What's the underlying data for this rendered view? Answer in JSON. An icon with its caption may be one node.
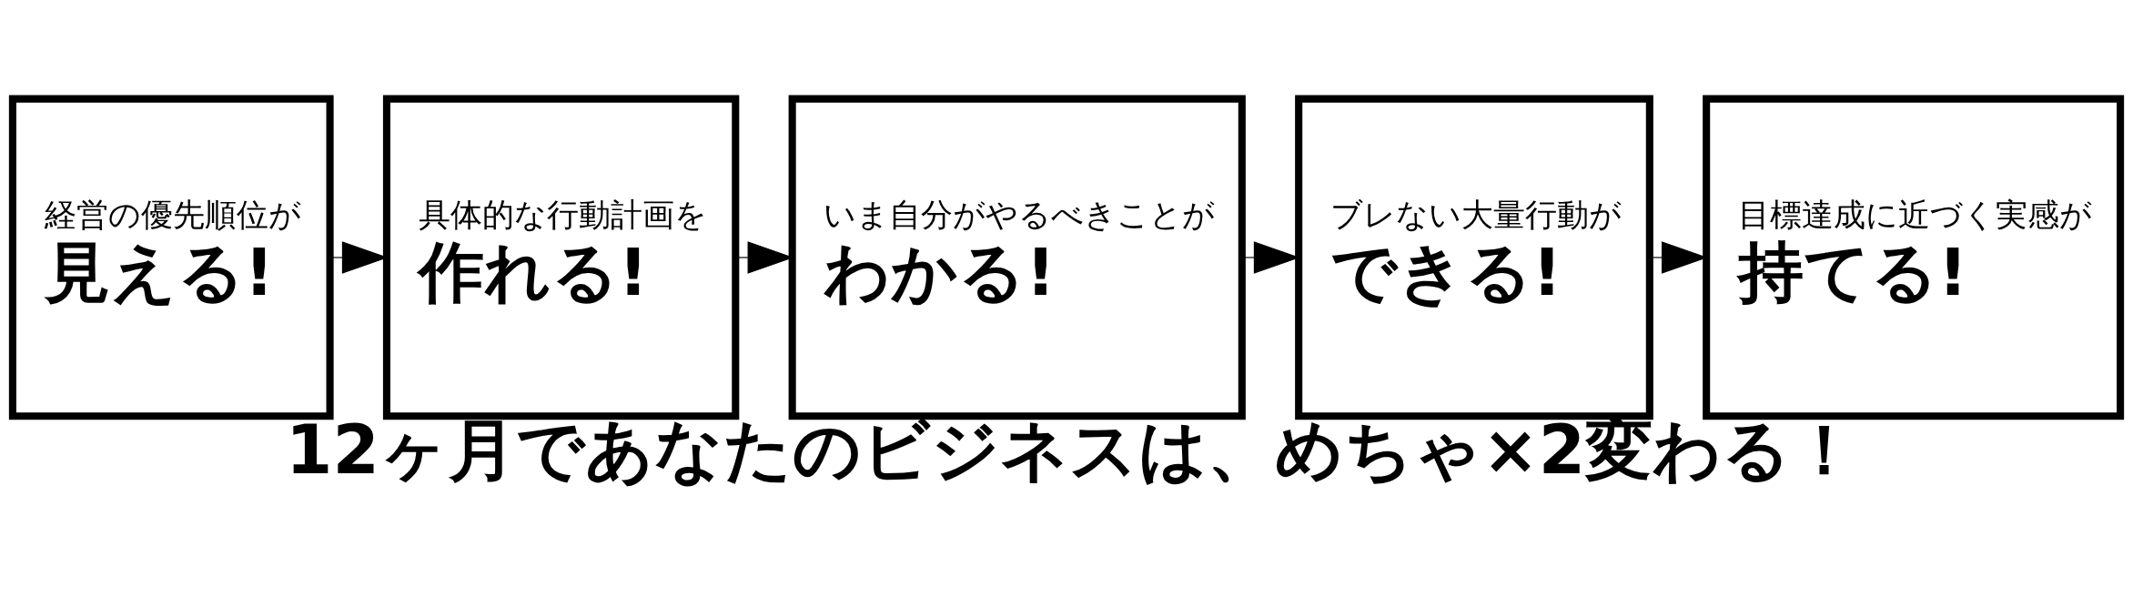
{
  "diagram": {
    "caption": "12ヶ月であなたのビジネスは、めちゃ×2変わる！",
    "nodes": [
      {
        "text": [
          "経営の優先順位が",
          "見える!"
        ]
      },
      {
        "text": [
          "具体的な行動計画を",
          "作れる!"
        ]
      },
      {
        "text": [
          "いま自分がやるべきことが",
          "わかる!"
        ]
      },
      {
        "text": [
          "ブレない大量行動が",
          "できる!"
        ]
      },
      {
        "text": [
          "目標達成に近づく実感が",
          "持てる!"
        ]
      }
    ],
    "edges": [
      {
        "from": 0,
        "to": 1,
        "arrow": "to"
      },
      {
        "from": 1,
        "to": 2,
        "arrow": "to"
      },
      {
        "from": 2,
        "to": 3,
        "arrow": "to"
      },
      {
        "from": 3,
        "to": 4,
        "arrow": "to"
      }
    ]
  }
}
